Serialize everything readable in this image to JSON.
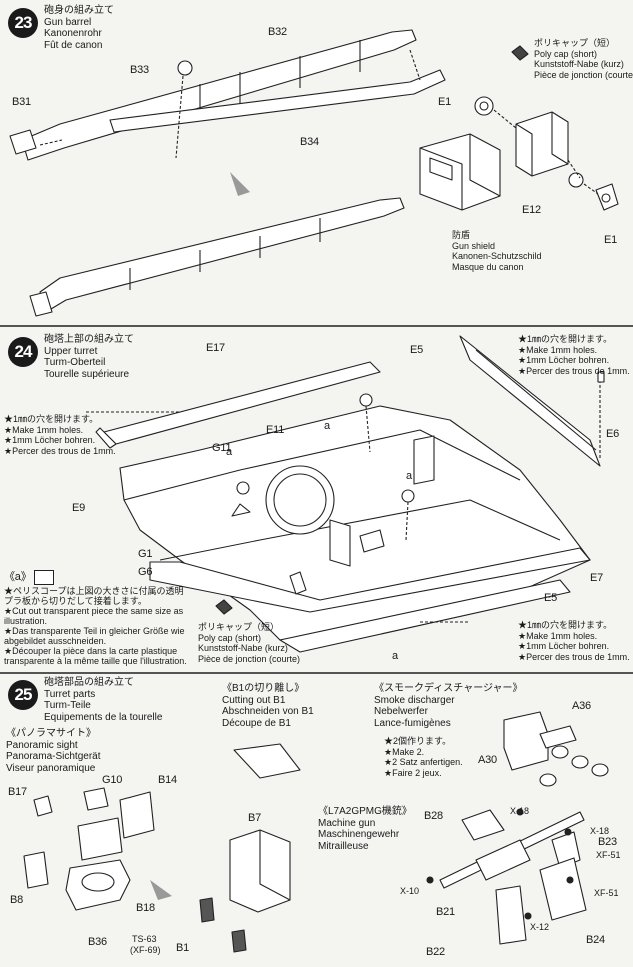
{
  "step23": {
    "number": "23",
    "title": [
      "砲身の組み立て",
      "Gun barrel",
      "Kanonenrohr",
      "Fût de canon"
    ],
    "parts": {
      "b32": "B32",
      "b33": "B33",
      "b31": "B31",
      "b34": "B34",
      "e1a": "E1",
      "e12": "E12",
      "e1b": "E1"
    },
    "polycap": [
      "ポリキャップ（短）",
      "Poly cap (short)",
      "Kunststoff-Nabe (kurz)",
      "Pièce de jonction (courte)"
    ],
    "shield": [
      "防盾",
      "Gun shield",
      "Kanonen-Schutzschild",
      "Masque du canon"
    ]
  },
  "step24": {
    "number": "24",
    "title": [
      "砲塔上部の組み立て",
      "Upper turret",
      "Turm-Oberteil",
      "Tourelle supérieure"
    ],
    "parts": {
      "e17": "E17",
      "e5a": "E5",
      "e6": "E6",
      "e11": "E11",
      "g11": "G11",
      "e9": "E9",
      "g1": "G1",
      "g6": "G6",
      "e7": "E7",
      "e5b": "E5",
      "a1": "a",
      "a2": "a",
      "a3": "a",
      "a4": "a"
    },
    "holes_tr": [
      "★1㎜の穴を開けます。",
      "★Make 1mm holes.",
      "★1mm Löcher bohren.",
      "★Percer des trous de 1mm."
    ],
    "holes_l": [
      "★1㎜の穴を開けます。",
      "★Make 1mm holes.",
      "★1mm Löcher bohren.",
      "★Percer des trous de 1mm."
    ],
    "holes_br": [
      "★1㎜の穴を開けます。",
      "★Make 1mm holes.",
      "★1mm Löcher bohren.",
      "★Percer des trous de 1mm."
    ],
    "cut_label": "《a》",
    "cut": [
      "★ペリスコープは上図の大きさに付属の透明",
      "プラ板から切りだして接着します。",
      "★Cut out transparent piece the same size as",
      "illustration.",
      "★Das transparente Teil in gleicher Größe wie",
      "abgebildet ausschneiden.",
      "★Découper la pièce dans la carte plastique",
      "transparente à la même taille que l'illustration."
    ],
    "polycap": [
      "ポリキャップ（短）",
      "Poly cap (short)",
      "Kunststoff-Nabe (kurz)",
      "Pièce de jonction (courte)"
    ]
  },
  "step25": {
    "number": "25",
    "title": [
      "砲塔部品の組み立て",
      "Turret parts",
      "Turm-Teile",
      "Equipements de la tourelle"
    ],
    "panoramic": [
      "《パノラマサイト》",
      "Panoramic sight",
      "Panorama-Sichtgerät",
      "Viseur panoramique"
    ],
    "cutting": [
      "《B1の切り離し》",
      "Cutting out B1",
      "Abschneiden von B1",
      "Découpe de B1"
    ],
    "smoke": [
      "《スモークディスチャージャー》",
      "Smoke discharger",
      "Nebelwerfer",
      "Lance-fumigènes"
    ],
    "make2": [
      "★2個作ります。",
      "★Make 2.",
      "★2 Satz anfertigen.",
      "★Faire 2 jeux."
    ],
    "mg": [
      "《L7A2GPMG機銃》",
      "Machine gun",
      "Maschinengewehr",
      "Mitrailleuse"
    ],
    "parts": {
      "b17": "B17",
      "g10": "G10",
      "b14": "B14",
      "b8": "B8",
      "b18": "B18",
      "b36": "B36",
      "b7": "B7",
      "b1": "B1",
      "a36": "A36",
      "a30": "A30",
      "b28": "B28",
      "b23": "B23",
      "b21": "B21",
      "b22": "B22",
      "b24": "B24"
    },
    "paints": {
      "x18a": "X-18",
      "x18b": "X-18",
      "xf51a": "XF-51",
      "xf51b": "XF-51",
      "x10": "X-10",
      "x12": "X-12",
      "ts63": "TS-63",
      "xf69": "(XF-69)"
    }
  }
}
